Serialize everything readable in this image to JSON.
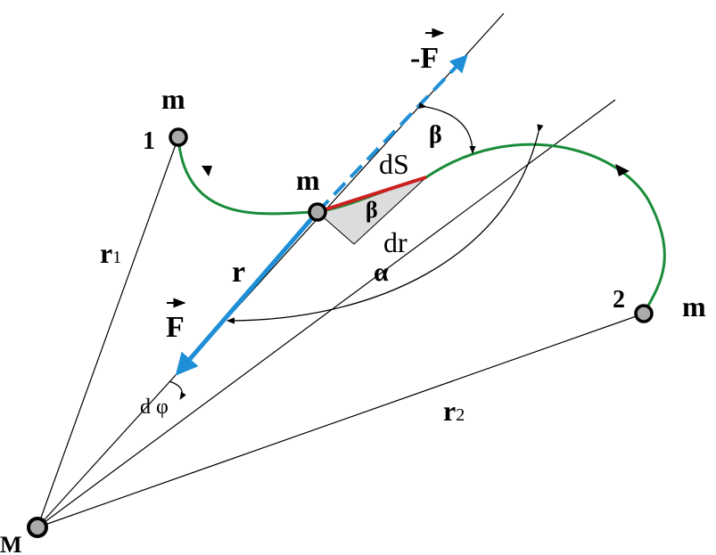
{
  "labels": {
    "mass_top": "m",
    "point_1": "1",
    "mass_mid": "m",
    "ds": "dS",
    "beta_top": "β",
    "beta_tri": "β",
    "dr": "dr",
    "alpha": "α",
    "r": "r",
    "r1_main": "r",
    "r1_sub": "1",
    "r2_main": "r",
    "r2_sub": "2",
    "minus_f": "-F",
    "f": "F",
    "point_2": "2",
    "mass_right": "m",
    "dphi": "d φ",
    "big_mass": "M"
  },
  "colors": {
    "trajectory": "#1a8c3a",
    "force": "#1e8fd6",
    "ds_segment": "#cc2020",
    "triangle_fill": "#dcdcdc"
  }
}
